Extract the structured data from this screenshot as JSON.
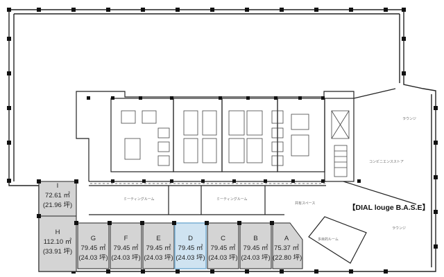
{
  "units": [
    {
      "id": "I",
      "area": "72.61 ㎡",
      "tsubo": "(21.96 坪)",
      "highlight": false
    },
    {
      "id": "H",
      "area": "112.10 ㎡",
      "tsubo": "(33.91 坪)",
      "highlight": false
    },
    {
      "id": "G",
      "area": "79.45 ㎡",
      "tsubo": "(24.03 坪)",
      "highlight": false
    },
    {
      "id": "F",
      "area": "79.45 ㎡",
      "tsubo": "(24.03 坪)",
      "highlight": false
    },
    {
      "id": "E",
      "area": "79.45 ㎡",
      "tsubo": "(24.03 坪)",
      "highlight": false
    },
    {
      "id": "D",
      "area": "79.45 ㎡",
      "tsubo": "(24.03 坪)",
      "highlight": true
    },
    {
      "id": "C",
      "area": "79.45 ㎡",
      "tsubo": "(24.03 坪)",
      "highlight": false
    },
    {
      "id": "B",
      "area": "79.45 ㎡",
      "tsubo": "(24.03 坪)",
      "highlight": false
    },
    {
      "id": "A",
      "area": "75.37 ㎡",
      "tsubo": "(22.80 坪)",
      "highlight": false
    }
  ],
  "rooms": {
    "lounge_top": "ラウンジ",
    "convenience_store": "コンビニエンスストア",
    "meeting_room_1": "ミーティングルーム",
    "meeting_room_2": "ミーティングルーム",
    "shared_space": "共有スペース",
    "lounge_bottom": "ラウンジ",
    "multipurpose_room": "多目的ルーム"
  },
  "brand_label": "【DIAL louge B.A.S.E】",
  "colors": {
    "wall": "#222222",
    "column": "#111111",
    "unit_fill": "#d4d4d4",
    "highlight_fill": "#cfe3f1",
    "highlight_border": "#7fb3d6"
  }
}
